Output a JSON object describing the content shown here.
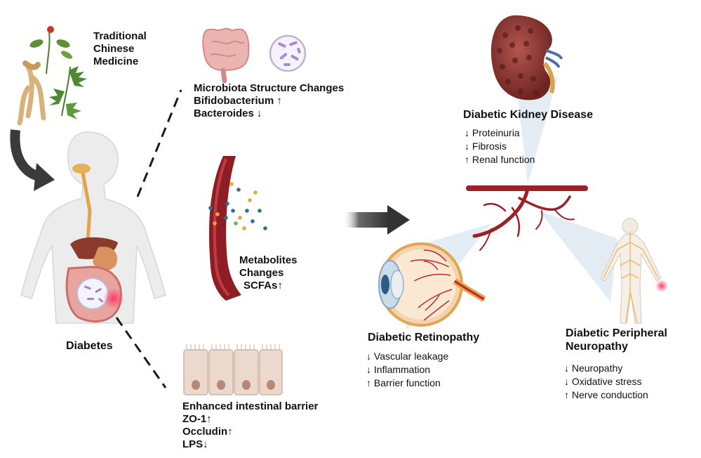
{
  "tcm": {
    "label_lines": [
      "Traditional",
      "Chinese",
      "Medicine"
    ]
  },
  "body": {
    "label": "Diabetes"
  },
  "microbiota": {
    "lines": [
      "Microbiota Structure Changes",
      "Bifidobacterium ↑",
      "Bacteroides ↓"
    ]
  },
  "metabolites": {
    "lines": [
      "Metabolites",
      "Changes",
      "SCFAs↑"
    ]
  },
  "barrier": {
    "lines": [
      "Enhanced intestinal barrier",
      "ZO-1↑",
      "Occludin↑",
      "LPS↓"
    ]
  },
  "kidney": {
    "title": "Diabetic Kidney Disease",
    "effects": [
      "↓ Proteinuria",
      "↓ Fibrosis",
      "↑ Renal function"
    ]
  },
  "retinopathy": {
    "title": "Diabetic Retinopathy",
    "effects": [
      "↓ Vascular leakage",
      "↓ Inflammation",
      "↑ Barrier function"
    ]
  },
  "neuropathy": {
    "title_lines": [
      "Diabetic Peripheral",
      "Neuropathy"
    ],
    "effects": [
      "↓ Neuropathy",
      "↓ Oxidative stress",
      "↑ Nerve conduction"
    ]
  },
  "colors": {
    "arrow": "#3a3a3a",
    "vessel": "#9b2126",
    "vessel_light": "#c8454a",
    "kidney": "#8c3a36",
    "skin": "#e9e9e9",
    "intestine": "#e8a5a0",
    "cell": "#ead8cc",
    "beam": "#dbe6f0"
  },
  "icons": [
    "ginseng-herb-icon",
    "curved-arrow-icon",
    "human-body-icon",
    "intestine-icon",
    "microbe-dish-icon",
    "blood-vessel-icon",
    "epithelial-cells-icon",
    "right-arrow-icon",
    "kidney-icon",
    "branching-artery-icon",
    "eye-icon",
    "nervous-system-figure-icon"
  ]
}
